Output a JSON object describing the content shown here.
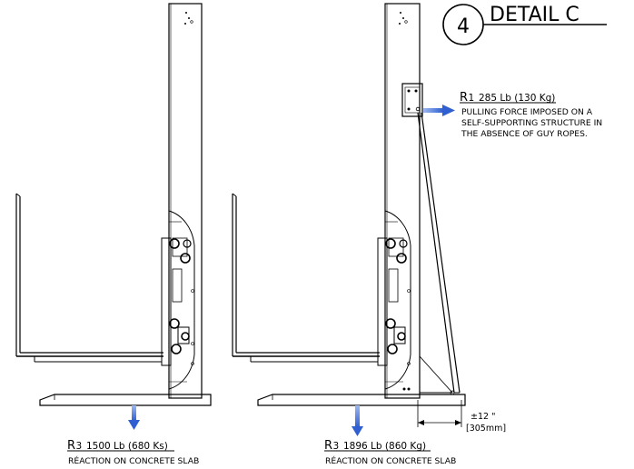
{
  "detail": {
    "number": "4",
    "title": "DETAIL C"
  },
  "r1": {
    "symbol": "R",
    "index": "1",
    "value": "285 Lb (130 Kg)",
    "desc_lines": [
      "PULLING FORCE IMPOSED ON A",
      "SELF-SUPPORTING STRUCTURE IN",
      "THE ABSENCE OF GUY ROPES."
    ]
  },
  "left_reaction": {
    "symbol": "R",
    "index": "3",
    "value": "1500 Lb (680 Ks)",
    "desc": "RÉACTION ON CONCRETE SLAB"
  },
  "right_reaction": {
    "symbol": "R",
    "index": "3",
    "value": "1896 Lb (860 Kg)",
    "desc": "RÉACTION ON CONCRETE SLAB"
  },
  "dimension": {
    "imperial": "±12 \"",
    "metric": "[305mm]"
  },
  "colors": {
    "force_arrow": "#2f5fd0",
    "line": "#000000"
  }
}
